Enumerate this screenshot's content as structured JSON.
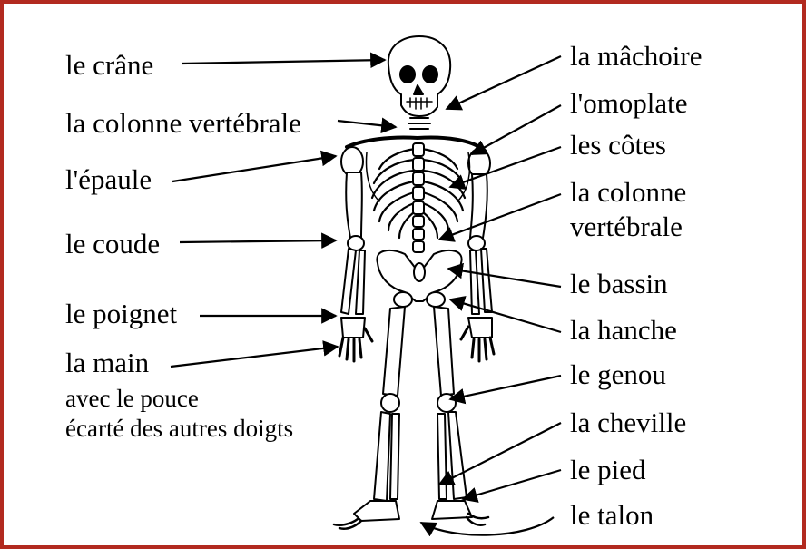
{
  "colors": {
    "frame": "#b22a1f",
    "ink": "#000000",
    "bone": "#ffffff"
  },
  "labels": {
    "crane": "le crâne",
    "colonne_left": "la colonne vertébrale",
    "epaule": "l'épaule",
    "coude": "le coude",
    "poignet": "le poignet",
    "main": "la main",
    "main_note1": "avec le pouce",
    "main_note2": "écarté des autres doigts",
    "machoire": "la mâchoire",
    "omoplate": "l'omoplate",
    "cotes": "les côtes",
    "colonne_right1": "la colonne",
    "colonne_right2": "vertébrale",
    "bassin": "le bassin",
    "hanche": "la hanche",
    "genou": "le genou",
    "cheville": "la cheville",
    "pied": "le pied",
    "talon": "le talon"
  }
}
